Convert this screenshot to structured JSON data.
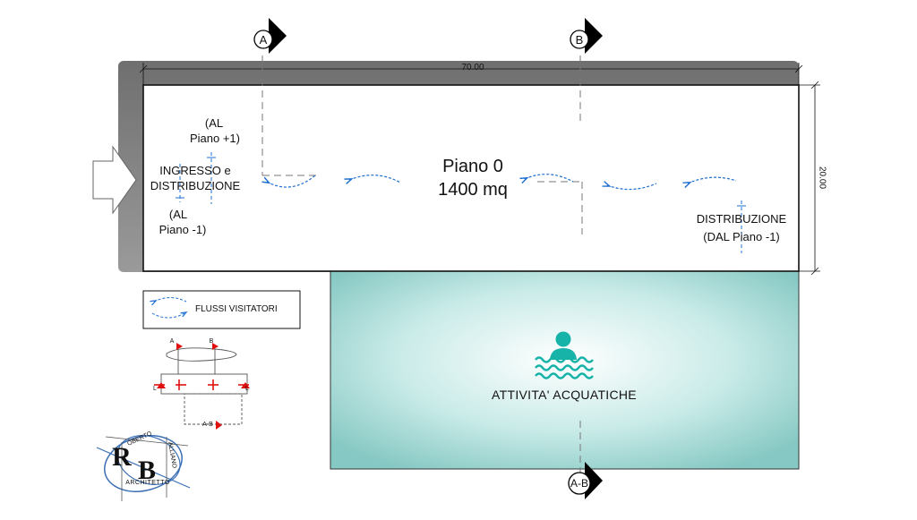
{
  "plan": {
    "title": "Piano 0",
    "area": "1400 mq",
    "width_dim": "70.00",
    "height_dim": "20.00"
  },
  "labels": {
    "entrance_main": "INGRESSO e",
    "entrance_sub": "DISTRIBUZIONE",
    "to_upper_1": "(AL",
    "to_upper_2": "Piano +1)",
    "to_lower_1": "(AL",
    "to_lower_2": "Piano -1)",
    "dist_right_1": "DISTRIBUZIONE",
    "dist_right_2": "(DAL Piano -1)"
  },
  "sections": {
    "a": "A",
    "b": "B",
    "ab": "A-B"
  },
  "pool": {
    "label": "ATTIVITA' ACQUATICHE",
    "icon": "swimmer-icon"
  },
  "legend": {
    "label": "FLUSSI VISITATORI",
    "icon": "flow-arrows-icon"
  },
  "keyplan": {
    "a": "A",
    "b": "B",
    "l_left": "L",
    "l_right": "L",
    "ab": "A-B"
  },
  "logo": {
    "initial_r": "R",
    "initial_b": "B",
    "name_top": "OBERTO",
    "name_side": "ALLIANO",
    "caption": "ARCHITETTO"
  },
  "colors": {
    "flow": "#1f6fd1",
    "pool_center": "#ffffff",
    "pool_edge": "#7fc7c2",
    "swimmer": "#17b2a8",
    "section_red": "#e01010",
    "shadow": "#8a8a8a"
  }
}
